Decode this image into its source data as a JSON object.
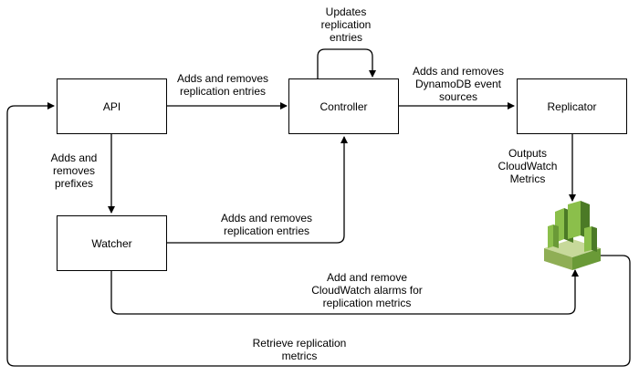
{
  "nodes": {
    "api": "API",
    "controller": "Controller",
    "replicator": "Replicator",
    "watcher": "Watcher"
  },
  "edges": {
    "updates_replication_entries": "Updates\nreplication\nentries",
    "api_to_controller": "Adds and removes\nreplication entries",
    "controller_to_replicator": "Adds and removes\nDynamoDB event\nsources",
    "api_to_watcher": "Adds and\nremoves\nprefixes",
    "replicator_to_cloudwatch": "Outputs\nCloudWatch\nMetrics",
    "watcher_to_controller": "Adds and removes\nreplication entries",
    "watcher_to_cloudwatch": "Add and remove\nCloudWatch alarms for\nreplication metrics",
    "cloudwatch_to_api": "Retrieve replication\nmetrics"
  },
  "colors": {
    "cloudwatch_light": "#8bbf4b",
    "cloudwatch_mid": "#6a9a37",
    "cloudwatch_dark": "#4b7a26",
    "cloudwatch_base": "#c7d99a"
  },
  "icons": {
    "cloudwatch": "cloudwatch-icon"
  }
}
